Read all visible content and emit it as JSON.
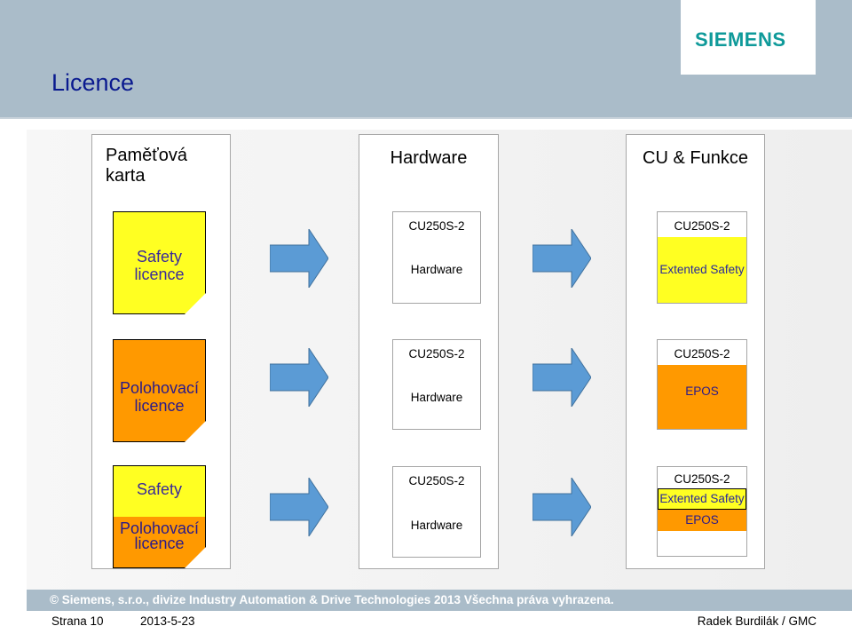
{
  "slide": {
    "title": "Licence",
    "logo": "SIEMENS"
  },
  "columns": {
    "card_heading": "Paměťová karta",
    "hardware_heading": "Hardware",
    "function_heading": "CU & Funkce"
  },
  "rows": [
    {
      "card": {
        "label_lines": [
          "Safety",
          "licence"
        ],
        "color": "#ffff22"
      },
      "hardware": {
        "model": "CU250S-2",
        "label": "Hardware"
      },
      "function": {
        "model": "CU250S-2",
        "features": [
          "Extented Safety"
        ]
      }
    },
    {
      "card": {
        "label_lines": [
          "Polohovací",
          "licence"
        ],
        "color": "#ff9900"
      },
      "hardware": {
        "model": "CU250S-2",
        "label": "Hardware"
      },
      "function": {
        "model": "CU250S-2",
        "features": [
          "EPOS"
        ]
      }
    },
    {
      "card": {
        "label_lines": [
          "Safety",
          "Polohovací",
          "licence"
        ],
        "color_top": "#ffff22",
        "color_bottom": "#ff9900"
      },
      "hardware": {
        "model": "CU250S-2",
        "label": "Hardware"
      },
      "function": {
        "model": "CU250S-2",
        "features": [
          "Extented Safety",
          "EPOS"
        ]
      }
    }
  ],
  "arrow": {
    "icon": "right-arrow-icon",
    "color": "#5b9bd5"
  },
  "footer": {
    "copyright": "© Siemens, s.r.o., divize Industry Automation & Drive Technologies  2013  Všechna práva vyhrazena.",
    "page": "Strana 10",
    "date": "2013-5-23",
    "author": "Radek Burdilák / GMC"
  }
}
